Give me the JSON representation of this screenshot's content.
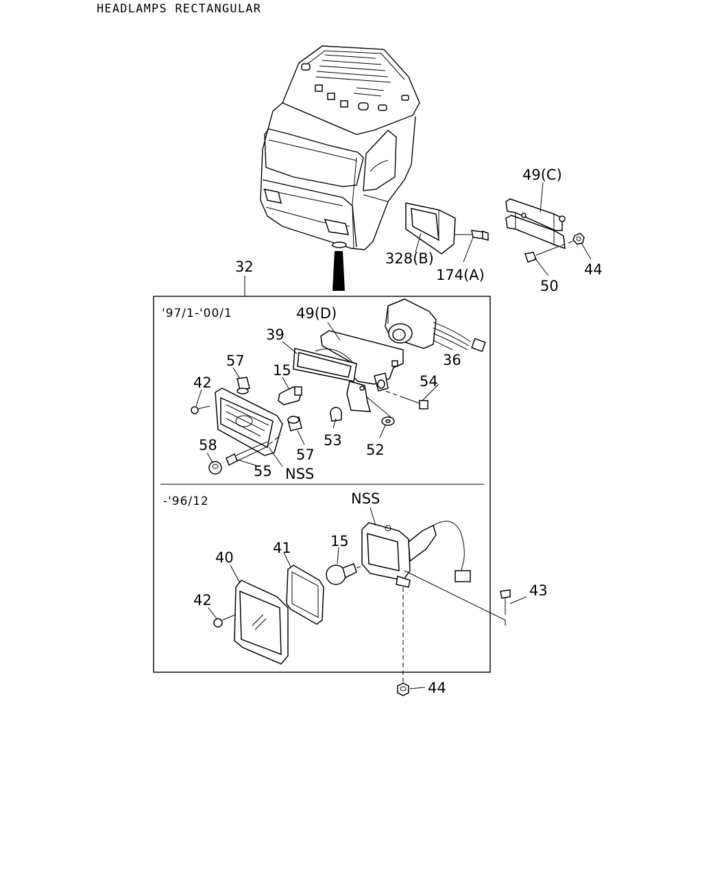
{
  "title": "HEADLAMPS RECTANGULAR",
  "boxes": {
    "upper_range": "'97/1-'00/1",
    "lower_range": "-'96/12"
  },
  "callouts": {
    "p32": "32",
    "p49c": "49(C)",
    "p328b": "328(B)",
    "p174a": "174(A)",
    "p44_top": "44",
    "p50": "50",
    "p49d": "49(D)",
    "p39": "39",
    "p36": "36",
    "p57a": "57",
    "p15a": "15",
    "p54": "54",
    "p42a": "42",
    "p53": "53",
    "p52": "52",
    "p57b": "57",
    "p58": "58",
    "p55": "55",
    "nss_a": "NSS",
    "nss_b": "NSS",
    "p40": "40",
    "p41": "41",
    "p15b": "15",
    "p42b": "42",
    "p43": "43",
    "p44_bottom": "44"
  }
}
